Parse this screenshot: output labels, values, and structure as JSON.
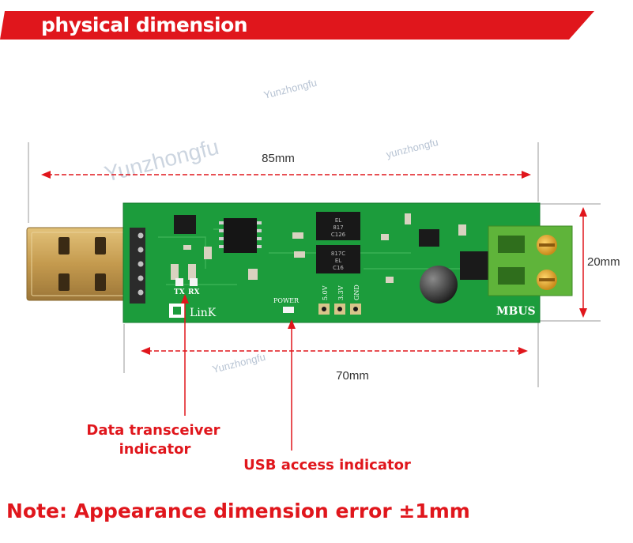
{
  "header": {
    "title": "physical dimension"
  },
  "dimensions": {
    "length": "85mm",
    "width": "20mm",
    "inner_length": "70mm"
  },
  "callouts": {
    "data_led_line1": "Data transceiver",
    "data_led_line2": "indicator",
    "usb_led": "USB access indicator"
  },
  "board": {
    "brand": "LinK",
    "port_label": "MBUS",
    "tx_label": "TX",
    "rx_label": "RX",
    "power_label": "POWER",
    "pin_labels": [
      "5.0V",
      "3.3V",
      "GND"
    ],
    "chip1_lines": [
      "EL",
      "817",
      "C126"
    ],
    "chip2_lines": [
      "817C",
      "EL",
      "C16"
    ]
  },
  "watermark": "Yunzhongfu",
  "watermark_lower": "yunzhongfu",
  "note": "Note: Appearance dimension error ±1mm",
  "colors": {
    "accent_red": "#e0161c",
    "pcb_green": "#1c9c3c",
    "terminal_green": "#5fb43a",
    "usb_metal": "#c9a25a"
  }
}
